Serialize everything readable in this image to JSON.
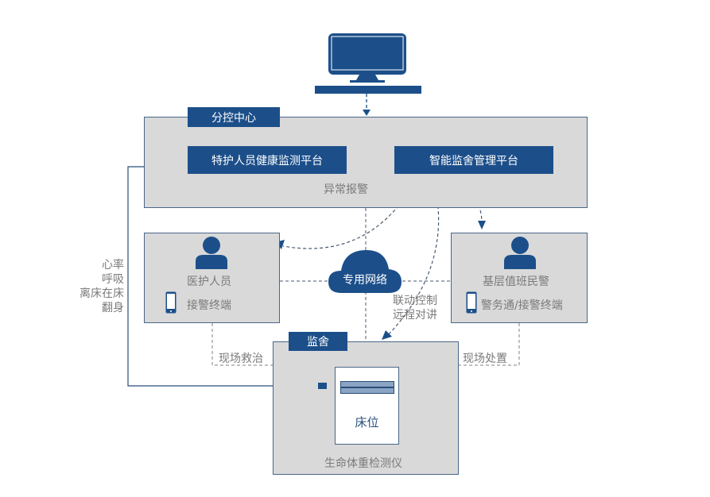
{
  "monitor": {
    "icon": "monitor-icon"
  },
  "control_center": {
    "tag": "分控中心",
    "health_platform": "特护人员健康监测平台",
    "smart_platform": "智能监舍管理平台",
    "alarm_label": "异常报警"
  },
  "vitals": {
    "lines": [
      "心率",
      "呼吸",
      "离床在床",
      "翻身"
    ]
  },
  "medical_staff": {
    "title": "医护人员",
    "terminal": "接警终端"
  },
  "police": {
    "title": "基层值班民警",
    "terminal": "警务通/接警终端"
  },
  "network": {
    "label": "专用网络"
  },
  "linkage": {
    "lines": [
      "联动控制",
      "远程对讲"
    ]
  },
  "cell": {
    "tag": "监舍",
    "bed_label": "床位",
    "device_label": "生命体重检测仪",
    "rescue_label": "现场救治",
    "dispose_label": "现场处置"
  },
  "colors": {
    "primary": "#1c4f8a",
    "panel": "#d9d9d9",
    "text_gray": "#7a7a7a"
  }
}
